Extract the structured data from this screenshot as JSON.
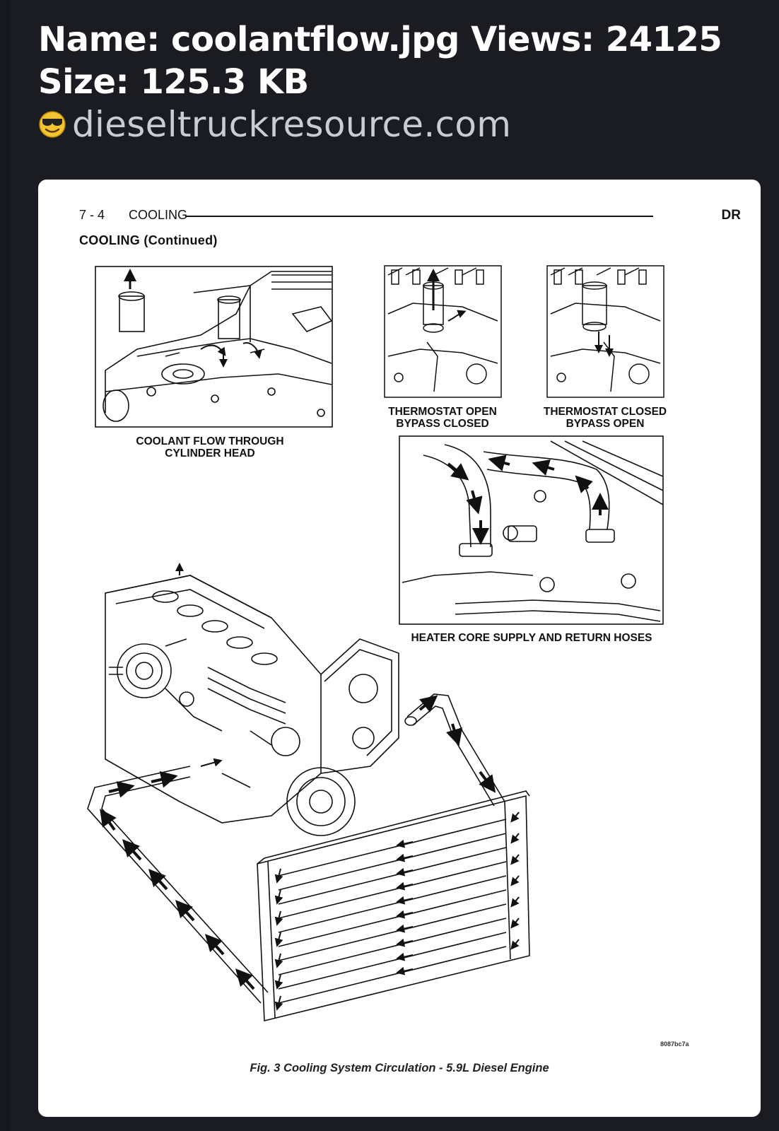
{
  "header": {
    "name_label": "Name:",
    "file_name": "coolantflow.jpg",
    "views_label": "Views:",
    "views": "24125",
    "size_label": "Size:",
    "size": "125.3 KB",
    "source_icon": "sunglasses-emoji",
    "source": "dieseltruckresource.com"
  },
  "page": {
    "page_number": "7 - 4",
    "chapter": "COOLING",
    "tag": "DR",
    "section": "COOLING (Continued)",
    "captions": {
      "cylinder_head_1": "COOLANT FLOW THROUGH",
      "cylinder_head_2": "CYLINDER HEAD",
      "thermostat_open_1": "THERMOSTAT OPEN",
      "thermostat_open_2": "BYPASS CLOSED",
      "thermostat_closed_1": "THERMOSTAT CLOSED",
      "thermostat_closed_2": "BYPASS OPEN",
      "heater_hoses": "HEATER CORE SUPPLY AND RETURN HOSES"
    },
    "image_code": "8087bc7a",
    "figure_caption": "Fig. 3 Cooling System Circulation - 5.9L Diesel Engine"
  },
  "colors": {
    "background": "#1b1c22",
    "card": "#ffffff",
    "title_text": "#ffffff",
    "source_text": "#c8ccd4",
    "ink": "#111111"
  }
}
